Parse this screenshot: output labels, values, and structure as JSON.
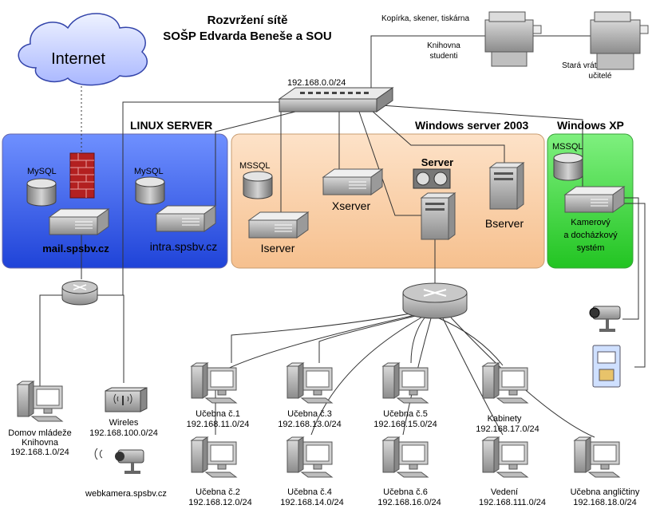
{
  "title": {
    "line1": "Rozvržení sítě",
    "line2": "SOŠP Edvarda Beneše a SOU"
  },
  "internet": "Internet",
  "core_switch_ip": "192.168.0.0/24",
  "printers": {
    "caption": "Kopírka, skener, tiskárna",
    "left": [
      "Knihovna",
      "studenti"
    ],
    "right": [
      "Stará vrátnice",
      "učitelé"
    ]
  },
  "zones": {
    "linux": {
      "label": "LINUX  SERVER",
      "color": "#2a55e8",
      "servers": [
        {
          "db": "MySQL",
          "name": "mail.spsbv.cz"
        },
        {
          "db": "MySQL",
          "name": "intra.spsbv.cz"
        }
      ]
    },
    "windows2003": {
      "label": "Windows server 2003",
      "color": "#f8c89a",
      "servers": [
        {
          "db": "MSSQL",
          "name": "Iserver"
        },
        {
          "name": "Xserver"
        },
        {
          "name": "Server"
        },
        {
          "name": "Bserver"
        }
      ]
    },
    "windowsxp": {
      "label": "Windows XP",
      "color": "#3ccf3c",
      "db": "MSSQL",
      "system": [
        "Kamerový",
        "a docházkový",
        "systém"
      ]
    }
  },
  "left_nodes": {
    "domov": [
      "Domov mládeže",
      "Knihovna",
      "192.168.1.0/24"
    ],
    "wireless": [
      "Wireles",
      "192.168.100.0/24"
    ],
    "webcam": "webkamera.spsbv.cz"
  },
  "classrooms": [
    {
      "name": "Učebna č.1",
      "ip": "192.168.11.0/24"
    },
    {
      "name": "Učebna č.3",
      "ip": "192.168.13.0/24"
    },
    {
      "name": "Učebna č.5",
      "ip": "192.168.15.0/24"
    },
    {
      "name": "Kabinety",
      "ip": "192.168.17.0/24"
    },
    {
      "name": "Učebna č.2",
      "ip": "192.168.12.0/24"
    },
    {
      "name": "Učebna č.4",
      "ip": "192.168.14.0/24"
    },
    {
      "name": "Učebna č.6",
      "ip": "192.168.16.0/24"
    },
    {
      "name": "Vedení",
      "ip": "192.168.111.0/24"
    },
    {
      "name": "Učebna angličtiny",
      "ip": "192.168.18.0/24"
    }
  ]
}
